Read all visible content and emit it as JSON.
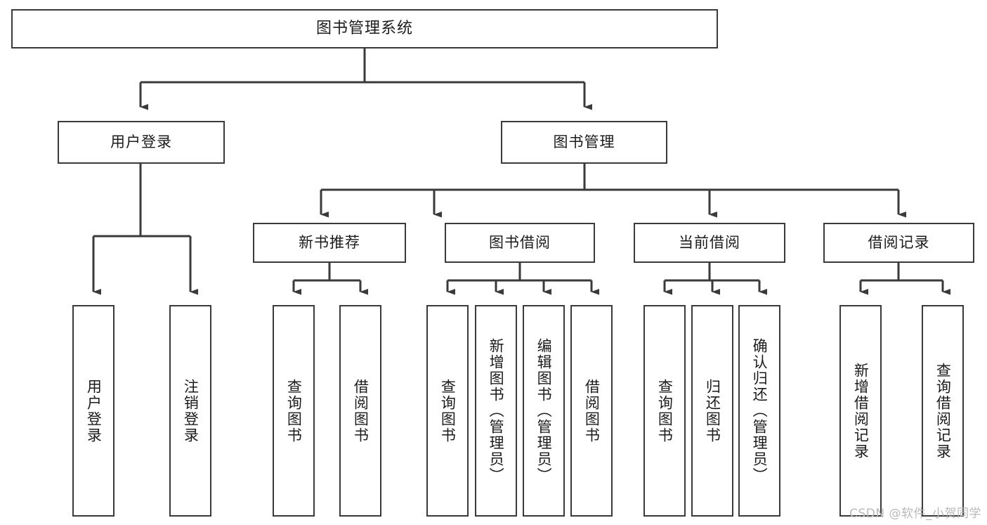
{
  "diagram": {
    "type": "tree-hierarchy",
    "title": "图书管理系统",
    "watermark": "CSDN @软件_小贺同学",
    "colors": {
      "box_border": "#3a3a3a",
      "box_fill": "#ffffff",
      "connector": "#3a3a3a",
      "text": "#1b1b1b",
      "watermark": "#b9b9b9",
      "background": "#ffffff"
    },
    "levels": {
      "root": "图书管理系统",
      "level2": [
        "用户登录",
        "图书管理"
      ],
      "level3": [
        "新书推荐",
        "图书借阅",
        "当前借阅",
        "借阅记录"
      ]
    },
    "nodes": {
      "root": {
        "label": "图书管理系统"
      },
      "user_login": {
        "label": "用户登录"
      },
      "book_manage": {
        "label": "图书管理"
      },
      "new_book_rec": {
        "label": "新书推荐"
      },
      "book_borrow": {
        "label": "图书借阅"
      },
      "current_borrow": {
        "label": "当前借阅"
      },
      "borrow_record": {
        "label": "借阅记录"
      },
      "leaf_user_login": {
        "label": "用户登录"
      },
      "leaf_logout": {
        "label": "注销登录"
      },
      "leaf_query_book_a": {
        "label": "查询图书"
      },
      "leaf_borrow_book_a": {
        "label": "借阅图书"
      },
      "leaf_query_book_b": {
        "label": "查询图书"
      },
      "leaf_add_book_admin": {
        "label": "新增图书（管理员）"
      },
      "leaf_edit_book_admin": {
        "label": "编辑图书（管理员）"
      },
      "leaf_borrow_book_b": {
        "label": "借阅图书"
      },
      "leaf_query_book_c": {
        "label": "查询图书"
      },
      "leaf_return_book": {
        "label": "归还图书"
      },
      "leaf_confirm_return_admin": {
        "label": "确认归还（管理员）"
      },
      "leaf_add_record": {
        "label": "新增借阅记录"
      },
      "leaf_query_record": {
        "label": "查询借阅记录"
      }
    },
    "edges": [
      {
        "from": "root",
        "to": "user_login"
      },
      {
        "from": "root",
        "to": "book_manage"
      },
      {
        "from": "user_login",
        "to": "leaf_user_login"
      },
      {
        "from": "user_login",
        "to": "leaf_logout"
      },
      {
        "from": "book_manage",
        "to": "new_book_rec"
      },
      {
        "from": "book_manage",
        "to": "book_borrow"
      },
      {
        "from": "book_manage",
        "to": "current_borrow"
      },
      {
        "from": "book_manage",
        "to": "borrow_record"
      },
      {
        "from": "new_book_rec",
        "to": "leaf_query_book_a"
      },
      {
        "from": "new_book_rec",
        "to": "leaf_borrow_book_a"
      },
      {
        "from": "book_borrow",
        "to": "leaf_query_book_b"
      },
      {
        "from": "book_borrow",
        "to": "leaf_add_book_admin"
      },
      {
        "from": "book_borrow",
        "to": "leaf_edit_book_admin"
      },
      {
        "from": "book_borrow",
        "to": "leaf_borrow_book_b"
      },
      {
        "from": "current_borrow",
        "to": "leaf_query_book_c"
      },
      {
        "from": "current_borrow",
        "to": "leaf_return_book"
      },
      {
        "from": "current_borrow",
        "to": "leaf_confirm_return_admin"
      },
      {
        "from": "borrow_record",
        "to": "leaf_add_record"
      },
      {
        "from": "borrow_record",
        "to": "leaf_query_record"
      }
    ]
  }
}
